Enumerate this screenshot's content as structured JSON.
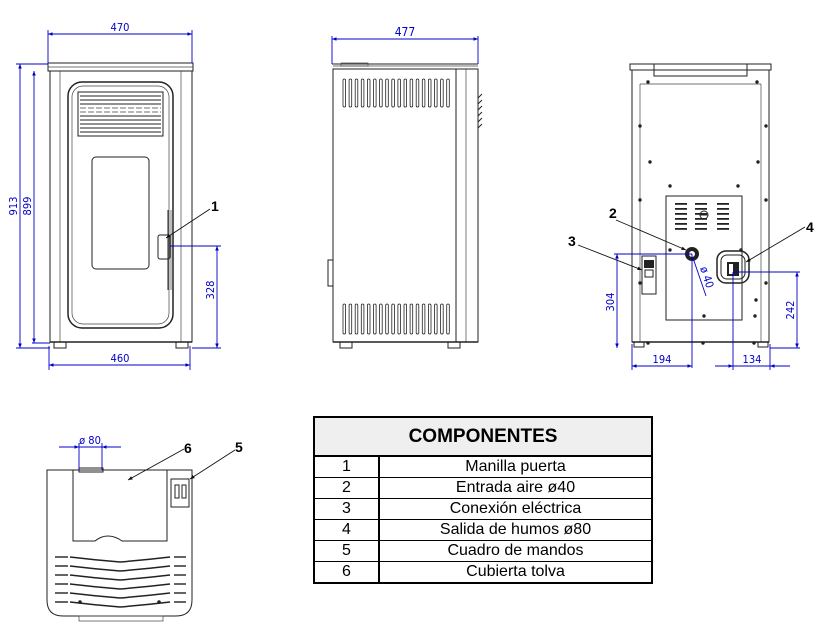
{
  "dimensions": {
    "front": {
      "width_top": "470",
      "width_base": "460",
      "height_total": "913",
      "height_body": "899",
      "handle_height": "328"
    },
    "side": {
      "depth": "477"
    },
    "rear": {
      "air_inlet_diameter": "ø 40",
      "electrical_height": "304",
      "air_inlet_offset": "194",
      "flue_height": "242",
      "flue_offset": "134"
    },
    "top": {
      "flue_diameter": "ø 80"
    }
  },
  "callouts": {
    "c1": "1",
    "c2": "2",
    "c3": "3",
    "c4": "4",
    "c5": "5",
    "c6": "6"
  },
  "components": {
    "title": "COMPONENTES",
    "rows": [
      {
        "num": "1",
        "name": "Manilla puerta"
      },
      {
        "num": "2",
        "name": "Entrada aire ø40"
      },
      {
        "num": "3",
        "name": "Conexión eléctrica"
      },
      {
        "num": "4",
        "name": "Salida de humos ø80"
      },
      {
        "num": "5",
        "name": "Cuadro de mandos"
      },
      {
        "num": "6",
        "name": "Cubierta tolva"
      }
    ]
  },
  "colors": {
    "dimension": "#0000cc",
    "linework": "#222222",
    "table_header_bg": "#efefef"
  }
}
